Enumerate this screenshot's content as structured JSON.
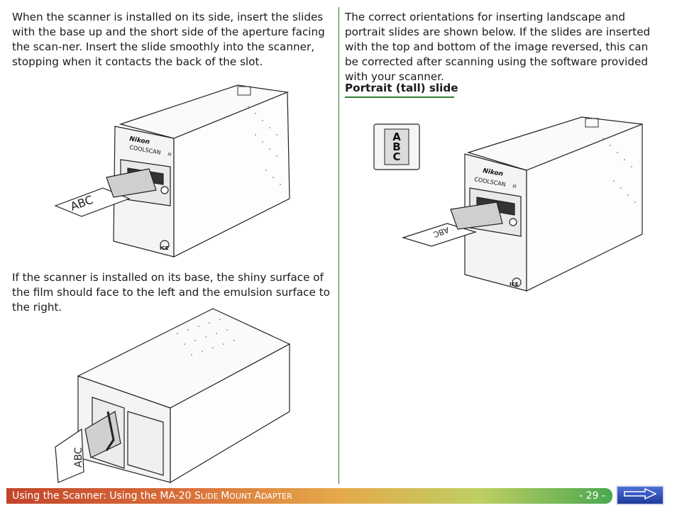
{
  "left": {
    "para1": "When the scanner is installed on its side, insert the slides with the base up and the short side of the aperture facing the scan-ner.  Insert the slide smoothly into the scanner, stopping when it contacts the back of the slot.",
    "para2": "If the scanner is installed on its base, the shiny surface of the film should face to the left and the emulsion surface to the right."
  },
  "right": {
    "para1": "The correct orientations for inserting landscape and portrait slides are shown below.  If the slides are inserted with the top and bottom of the image reversed, this can be corrected after scanning using the software provided with your scanner.",
    "subheading": "Portrait (tall) slide"
  },
  "figure_labels": {
    "brand": "Nikon",
    "model": "COOLSCAN",
    "model_suffix": "III",
    "ice": "ICE",
    "slide_text": "ABC",
    "portrait_letters": [
      "A",
      "B",
      "C"
    ]
  },
  "footer": {
    "title_main": "Using the Scanner:  Using the MA-20 ",
    "title_s": "S",
    "title_lide": "LIDE ",
    "title_m": "M",
    "title_ount": "OUNT ",
    "title_a": "A",
    "title_dapter": "DAPTER",
    "page": "- 29 -",
    "next_icon": "arrow-right-icon"
  },
  "colors": {
    "accent_green": "#2e7d32",
    "next_button": "#2f4fbf"
  }
}
